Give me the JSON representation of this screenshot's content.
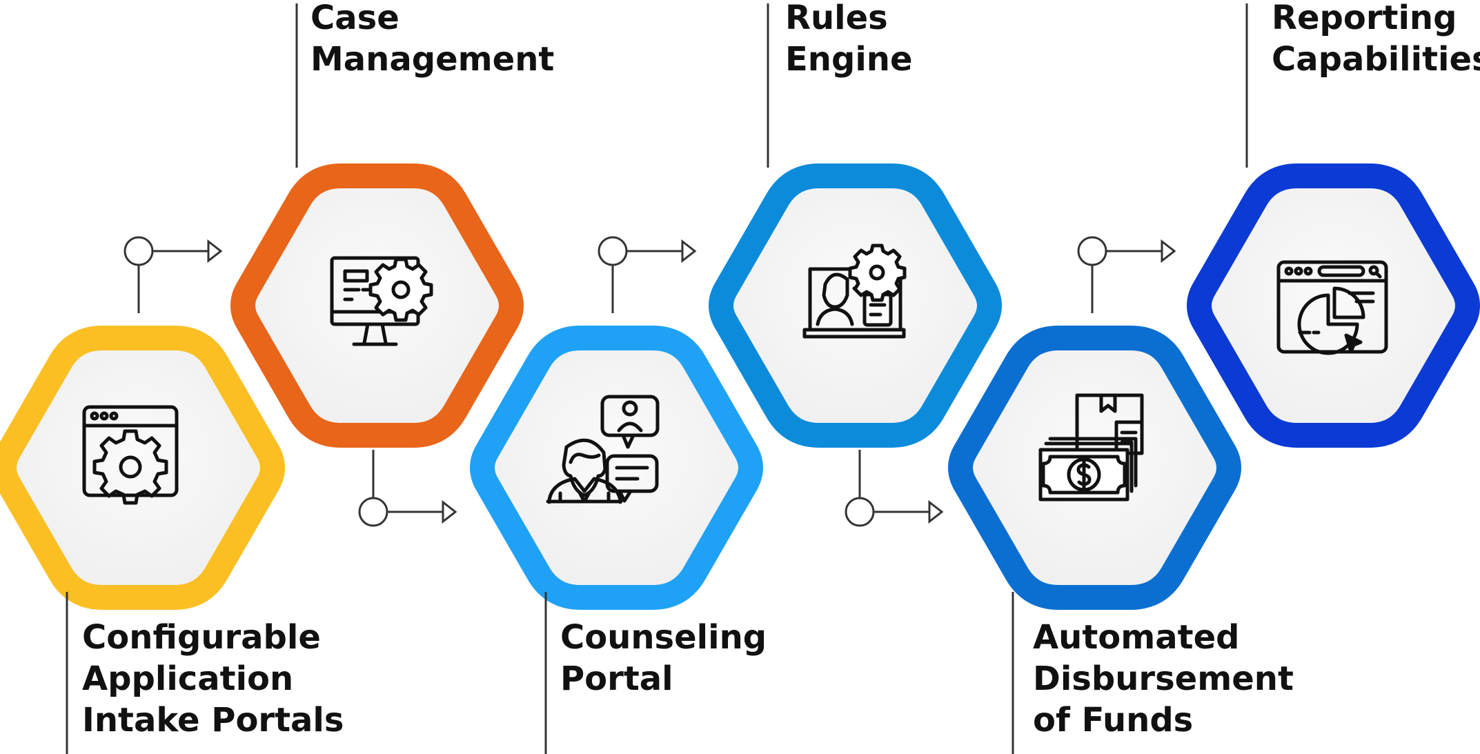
{
  "steps": [
    {
      "id": "intake",
      "label_lines": [
        "Configurable",
        "Application",
        "Intake Portals"
      ],
      "color": "#FBBF24",
      "icon": "browser-gear-icon",
      "label_position": "below"
    },
    {
      "id": "case",
      "label_lines": [
        "Case",
        "Management"
      ],
      "color": "#E8651A",
      "icon": "monitor-gear-icon",
      "label_position": "above"
    },
    {
      "id": "counseling",
      "label_lines": [
        "Counseling",
        "Portal"
      ],
      "color": "#1FA2F5",
      "icon": "counselor-chat-icon",
      "label_position": "below"
    },
    {
      "id": "rules",
      "label_lines": [
        "Rules",
        "Engine"
      ],
      "color": "#0C8BDB",
      "icon": "laptop-person-gear-icon",
      "label_position": "above"
    },
    {
      "id": "disbursement",
      "label_lines": [
        "Automated",
        "Disbursement",
        "of Funds"
      ],
      "color": "#0A6FD1",
      "icon": "money-box-icon",
      "label_position": "below"
    },
    {
      "id": "reporting",
      "label_lines": [
        "Reporting",
        "Capabilities"
      ],
      "color": "#0B3BD4",
      "icon": "browser-chart-icon",
      "label_position": "above"
    }
  ],
  "connector_color": "#333333",
  "hexagon_fill": "#F3F3F3"
}
